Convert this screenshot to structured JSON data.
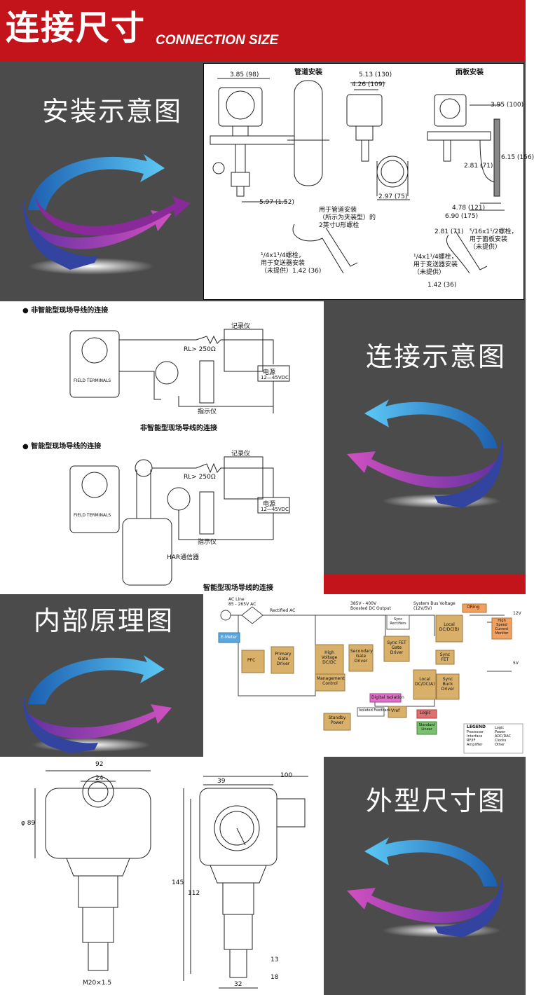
{
  "header": {
    "title": "连接尺寸",
    "subtitle": "CONNECTION SIZE"
  },
  "section1": {
    "title": "安装示意图",
    "diagram": {
      "pipe_mount_title": "管道安装",
      "panel_mount_title": "面板安装",
      "dims": [
        "3.85 (98)",
        "5.13 (130)",
        "4.26 (109)",
        "3.95 (100)",
        "6.15 (156)",
        "2.81 (71)",
        "2.97 (75)",
        "5.97 (1.52)",
        "4.78 (121)",
        "6.90 (175)",
        "2.81 (71)",
        "1.42 (36)",
        "1.42 (36)"
      ],
      "note_pipe": [
        "用于管道安装",
        "（所示为夹装型）的",
        "2英寸U形螺栓"
      ],
      "note_bolt1": [
        "¹/4x1¹/4螺栓，",
        "用于变送器安装",
        "（未提供）1.42 (36)"
      ],
      "note_panel": [
        "⁵/16x1¹/2螺栓，",
        "用于面板安装",
        "（未提供）"
      ],
      "note_bolt2": [
        "¹/4x1¹/4螺栓，",
        "用于变送器安装",
        "（未提供）"
      ]
    }
  },
  "section2": {
    "title": "连接示意图",
    "diagram": {
      "heading1": "● 非智能型现场导线的连接",
      "heading2": "● 智能型现场导线的连接",
      "caption1": "非智能型现场导线的连接",
      "caption2": "智能型现场导线的连接",
      "recorder": "记录仪",
      "rl": "RL> 250Ω",
      "power": "电源",
      "voltage": "12—45VDC",
      "indicator": "指示仪",
      "hart": "HAR通信器",
      "field_terminals": "FIELD TERMINALS"
    }
  },
  "section3": {
    "title": "内部原理图",
    "diagram": {
      "ac_line": "AC Line",
      "ac_range": "85 - 265V AC",
      "rectified": "Rectified AC",
      "boosted": "385V - 400V Boosted DC Output",
      "system_bus": "System Bus Voltage (12V/5V)",
      "blocks": [
        "E-Meter",
        "PFC",
        "Primary Gate Driver",
        "High Voltage DC/DC",
        "Secondary Gate Driver",
        "Sync Rectifiers",
        "Sync FET Gate Driver",
        "Management Control",
        "Digital Isolation",
        "Standby Power",
        "Isolated Feedback",
        "Vref",
        "Logic",
        "Standard Linear",
        "ORing",
        "Local DC/DC(B)",
        "High Speed Current Monitor",
        "Sync FET",
        "Local DC/DC(A)",
        "Sync Buck Driver"
      ],
      "v12": "12V",
      "v5": "5V",
      "legend_title": "LEGEND",
      "legend": [
        "Processor",
        "Interface",
        "RF/IF",
        "Amplifier",
        "Logic",
        "Power",
        "ADC/DAC",
        "Clocks",
        "Other"
      ]
    }
  },
  "section4": {
    "title": "外型尺寸图",
    "diagram": {
      "dims": [
        "92",
        "24",
        "φ 89",
        "39",
        "100",
        "145",
        "112",
        "13",
        "18",
        "32"
      ],
      "thread": "M20×1.5"
    }
  },
  "colors": {
    "brand_red": "#c2141a",
    "panel_grey": "#4b4b4b",
    "arrow_blue": "#3aa0e0",
    "arrow_purple": "#b040b0"
  }
}
